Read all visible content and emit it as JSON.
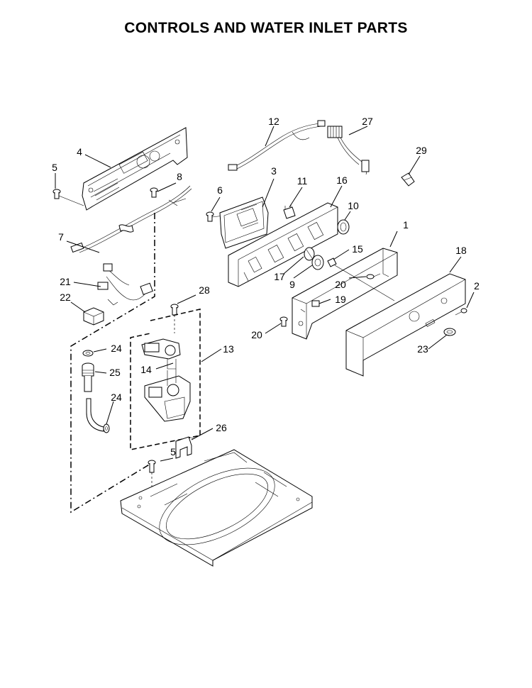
{
  "title": "CONTROLS AND WATER INLET PARTS",
  "callouts": [
    {
      "id": "c1",
      "label": "1"
    },
    {
      "id": "c2",
      "label": "2"
    },
    {
      "id": "c3",
      "label": "3"
    },
    {
      "id": "c4",
      "label": "4"
    },
    {
      "id": "c5a",
      "label": "5"
    },
    {
      "id": "c5b",
      "label": "5"
    },
    {
      "id": "c6",
      "label": "6"
    },
    {
      "id": "c7",
      "label": "7"
    },
    {
      "id": "c8",
      "label": "8"
    },
    {
      "id": "c9",
      "label": "9"
    },
    {
      "id": "c10",
      "label": "10"
    },
    {
      "id": "c11",
      "label": "11"
    },
    {
      "id": "c12",
      "label": "12"
    },
    {
      "id": "c13",
      "label": "13"
    },
    {
      "id": "c14",
      "label": "14"
    },
    {
      "id": "c15",
      "label": "15"
    },
    {
      "id": "c16",
      "label": "16"
    },
    {
      "id": "c17",
      "label": "17"
    },
    {
      "id": "c18",
      "label": "18"
    },
    {
      "id": "c19",
      "label": "19"
    },
    {
      "id": "c20a",
      "label": "20"
    },
    {
      "id": "c20b",
      "label": "20"
    },
    {
      "id": "c21",
      "label": "21"
    },
    {
      "id": "c22",
      "label": "22"
    },
    {
      "id": "c23",
      "label": "23"
    },
    {
      "id": "c24a",
      "label": "24"
    },
    {
      "id": "c24b",
      "label": "24"
    },
    {
      "id": "c25",
      "label": "25"
    },
    {
      "id": "c26",
      "label": "26"
    },
    {
      "id": "c27",
      "label": "27"
    },
    {
      "id": "c28",
      "label": "28"
    },
    {
      "id": "c29",
      "label": "29"
    }
  ]
}
